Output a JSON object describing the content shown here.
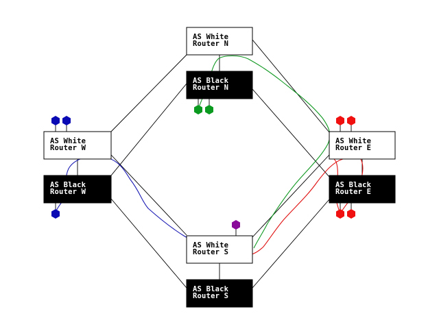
{
  "colors": {
    "background": "#ffffff",
    "white_router_fill": "#ffffff",
    "white_router_text": "#000000",
    "black_router_fill": "#000000",
    "black_router_text": "#ffffff",
    "link": "#000000",
    "host_blue": "#0a0ab4",
    "host_green": "#0a9a20",
    "host_red": "#f01010",
    "host_purple": "#8a0a9a",
    "trace_blue": "#1a1ab4",
    "trace_green": "#119922",
    "trace_red": "#e01010"
  },
  "routers": {
    "white_n": {
      "line1": "AS White",
      "line2": "Router N"
    },
    "black_n": {
      "line1": "AS Black",
      "line2": "Router N"
    },
    "white_w": {
      "line1": "AS White",
      "line2": "Router W"
    },
    "black_w": {
      "line1": "AS Black",
      "line2": "Router W"
    },
    "white_e": {
      "line1": "AS White",
      "line2": "Router E"
    },
    "black_e": {
      "line1": "AS Black",
      "line2": "Router E"
    },
    "white_s": {
      "line1": "AS White",
      "line2": "Router S"
    },
    "black_s": {
      "line1": "AS Black",
      "line2": "Router S"
    }
  },
  "hosts": {
    "w_white": {
      "count": 2,
      "color": "blue"
    },
    "w_black": {
      "count": 1,
      "color": "blue"
    },
    "n_black": {
      "count": 2,
      "color": "green"
    },
    "e_white": {
      "count": 2,
      "color": "red"
    },
    "e_black": {
      "count": 2,
      "color": "red"
    },
    "s_white": {
      "count": 1,
      "color": "purple"
    }
  },
  "traces": {
    "blue": {
      "from": "black_w",
      "to": "white_s"
    },
    "green": {
      "from": "black_n",
      "to": "white_s"
    },
    "red": {
      "from": "black_e",
      "to": "white_s"
    }
  }
}
